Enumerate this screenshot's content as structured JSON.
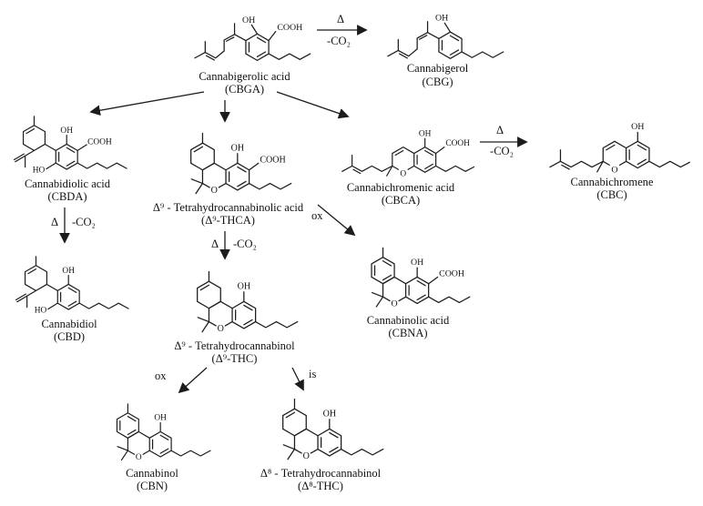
{
  "figure": {
    "background": "#ffffff",
    "ink_color": "#1c1c1c"
  },
  "compounds": {
    "cbga": {
      "name": "Cannabigerolic acid",
      "abbr": "(CBGA)",
      "atoms": {
        "oh": "OH",
        "cooh": "COOH"
      }
    },
    "cbg": {
      "name": "Cannabigerol",
      "abbr": "(CBG)",
      "atoms": {
        "oh": "OH"
      }
    },
    "cbda": {
      "name": "Cannabidiolic acid",
      "abbr": "(CBDA)",
      "atoms": {
        "oh": "OH",
        "cooh": "COOH",
        "ho": "HO"
      }
    },
    "thca": {
      "name": "Δ⁹ - Tetrahydrocannabinolic acid",
      "abbr": "(Δ⁹-THCA)",
      "atoms": {
        "oh": "OH",
        "cooh": "COOH",
        "o": "O"
      }
    },
    "cbca": {
      "name": "Cannabichromenic acid",
      "abbr": "(CBCA)",
      "atoms": {
        "oh": "OH",
        "cooh": "COOH",
        "o": "O"
      }
    },
    "cbc": {
      "name": "Cannabichromene",
      "abbr": "(CBC)",
      "atoms": {
        "oh": "OH",
        "o": "O"
      }
    },
    "cbd": {
      "name": "Cannabidiol",
      "abbr": "(CBD)",
      "atoms": {
        "oh": "OH",
        "ho": "HO"
      }
    },
    "thc9": {
      "name": "Δ⁹ - Tetrahydrocannabinol",
      "abbr": "(Δ⁹-THC)",
      "atoms": {
        "oh": "OH",
        "o": "O"
      }
    },
    "cbna": {
      "name": "Cannabinolic acid",
      "abbr": "(CBNA)",
      "atoms": {
        "oh": "OH",
        "cooh": "COOH",
        "o": "O"
      }
    },
    "cbn": {
      "name": "Cannabinol",
      "abbr": "(CBN)",
      "atoms": {
        "oh": "OH",
        "o": "O"
      }
    },
    "thc8": {
      "name": "Δ⁸ - Tetrahydrocannabinol",
      "abbr": "(Δ⁸-THC)",
      "atoms": {
        "oh": "OH",
        "o": "O"
      }
    }
  },
  "reactions": {
    "cbga_to_cbg": {
      "condition_top": "Δ",
      "condition_bottom": "-CO₂"
    },
    "cbca_to_cbc": {
      "condition_top": "Δ",
      "condition_bottom": "-CO₂"
    },
    "cbda_to_cbd": {
      "condition_left": "Δ",
      "condition_right": "-CO₂"
    },
    "thca_to_thc9": {
      "condition_left": "Δ",
      "condition_right": "-CO₂"
    },
    "cbca_to_cbna": {
      "condition": "ox"
    },
    "thc9_to_cbn": {
      "condition": "ox"
    },
    "thc9_to_thc8": {
      "condition": "is"
    }
  }
}
